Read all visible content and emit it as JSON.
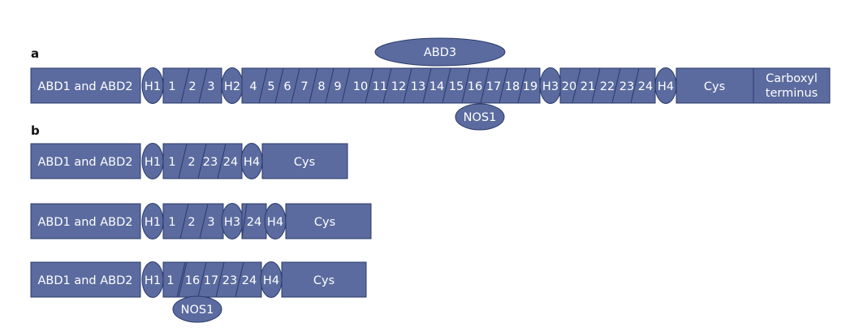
{
  "panels": {
    "a": "a",
    "b": "b"
  },
  "row_a": {
    "abd_label": "ABD1 and ABD2",
    "h1": "H1",
    "seg1": [
      "1",
      "2",
      "3"
    ],
    "h2": "H2",
    "seg2": [
      "4",
      "5",
      "6",
      "7",
      "8",
      "9",
      "10",
      "11",
      "12",
      "13",
      "14",
      "15",
      "16",
      "17",
      "18",
      "19"
    ],
    "h3": "H3",
    "seg3": [
      "20",
      "21",
      "22",
      "23",
      "24"
    ],
    "h4": "H4",
    "cys": "Cys",
    "carboxyl_line1": "Carboxyl",
    "carboxyl_line2": "terminus",
    "abd3": "ABD3",
    "nos1": "NOS1"
  },
  "row_b1": {
    "abd_label": "ABD1 and ABD2",
    "h1": "H1",
    "segs": [
      "1",
      "2",
      "23",
      "24"
    ],
    "h4": "H4",
    "cys": "Cys"
  },
  "row_b2": {
    "abd_label": "ABD1 and ABD2",
    "h1": "H1",
    "segs1": [
      "1",
      "2",
      "3"
    ],
    "h3": "H3",
    "segs2": [
      "24"
    ],
    "h4": "H4",
    "cys": "Cys"
  },
  "row_b3": {
    "abd_label": "ABD1 and ABD2",
    "h1": "H1",
    "segs": [
      "1",
      "16",
      "17",
      "23",
      "24"
    ],
    "h4": "H4",
    "cys": "Cys",
    "nos1": "NOS1"
  },
  "colors": {
    "fill": "#5b6b9f",
    "stroke": "#2a3a6a",
    "text": "#ffffff"
  }
}
